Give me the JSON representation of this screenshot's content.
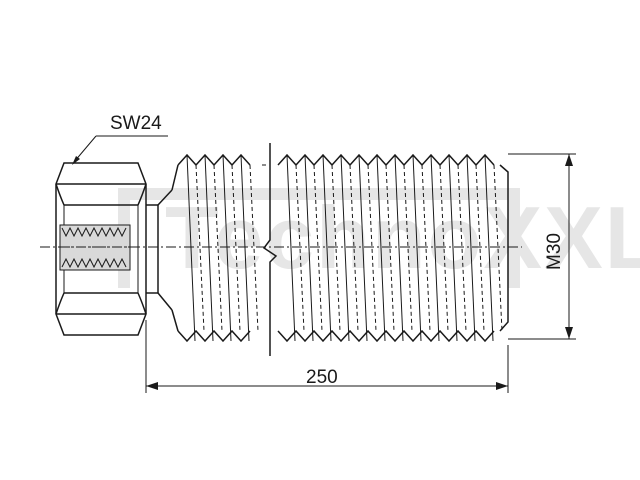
{
  "watermark": {
    "text": "TechnoXXL",
    "color": "#e6e6e6"
  },
  "annotations": {
    "wrench_size": "SW24",
    "thread_size": "M30",
    "overall_length": "250"
  },
  "colors": {
    "line": "#1a1a1a",
    "inner_thread": "#bdbdbd"
  }
}
